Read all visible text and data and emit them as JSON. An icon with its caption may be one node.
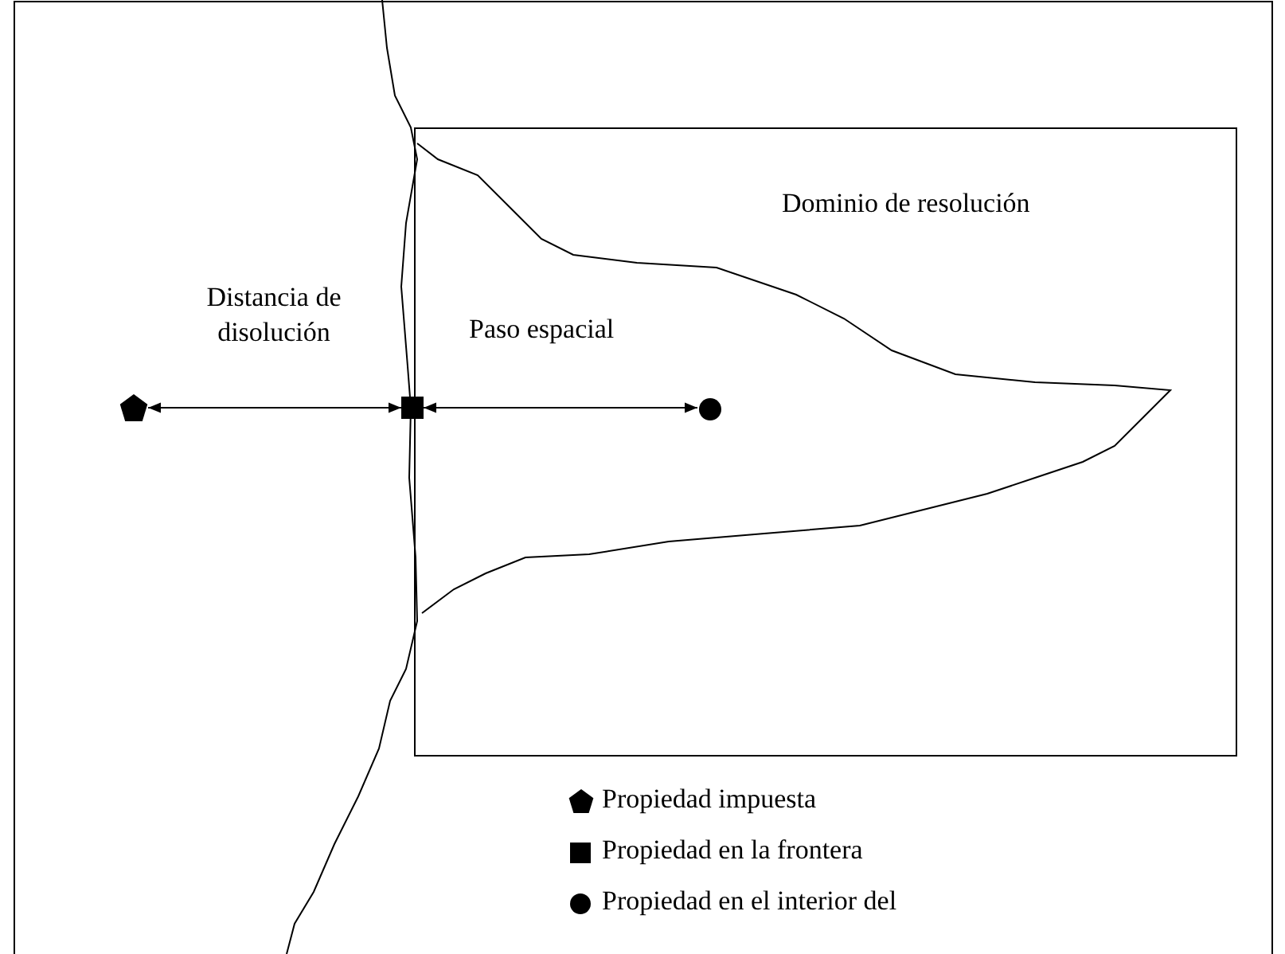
{
  "diagram": {
    "nodes": [
      {
        "text": [
          "Dominio de resolución"
        ]
      },
      {
        "text": [],
        "shape": "pentagon"
      },
      {
        "text": [],
        "shape": "box"
      },
      {
        "text": [],
        "shape": "circle",
        "in": 0
      }
    ],
    "edges": [
      {
        "from": 1,
        "to": 2,
        "arrow": "both",
        "label": "Distancia de disolución"
      },
      {
        "from": 2,
        "to": 3,
        "arrow": "both",
        "label": "Paso espacial"
      }
    ],
    "legend": [
      {
        "text": "Propiedad impuesta"
      },
      {
        "text": "Propiedad en la frontera"
      },
      {
        "text": "Propiedad en el interior del"
      }
    ]
  }
}
